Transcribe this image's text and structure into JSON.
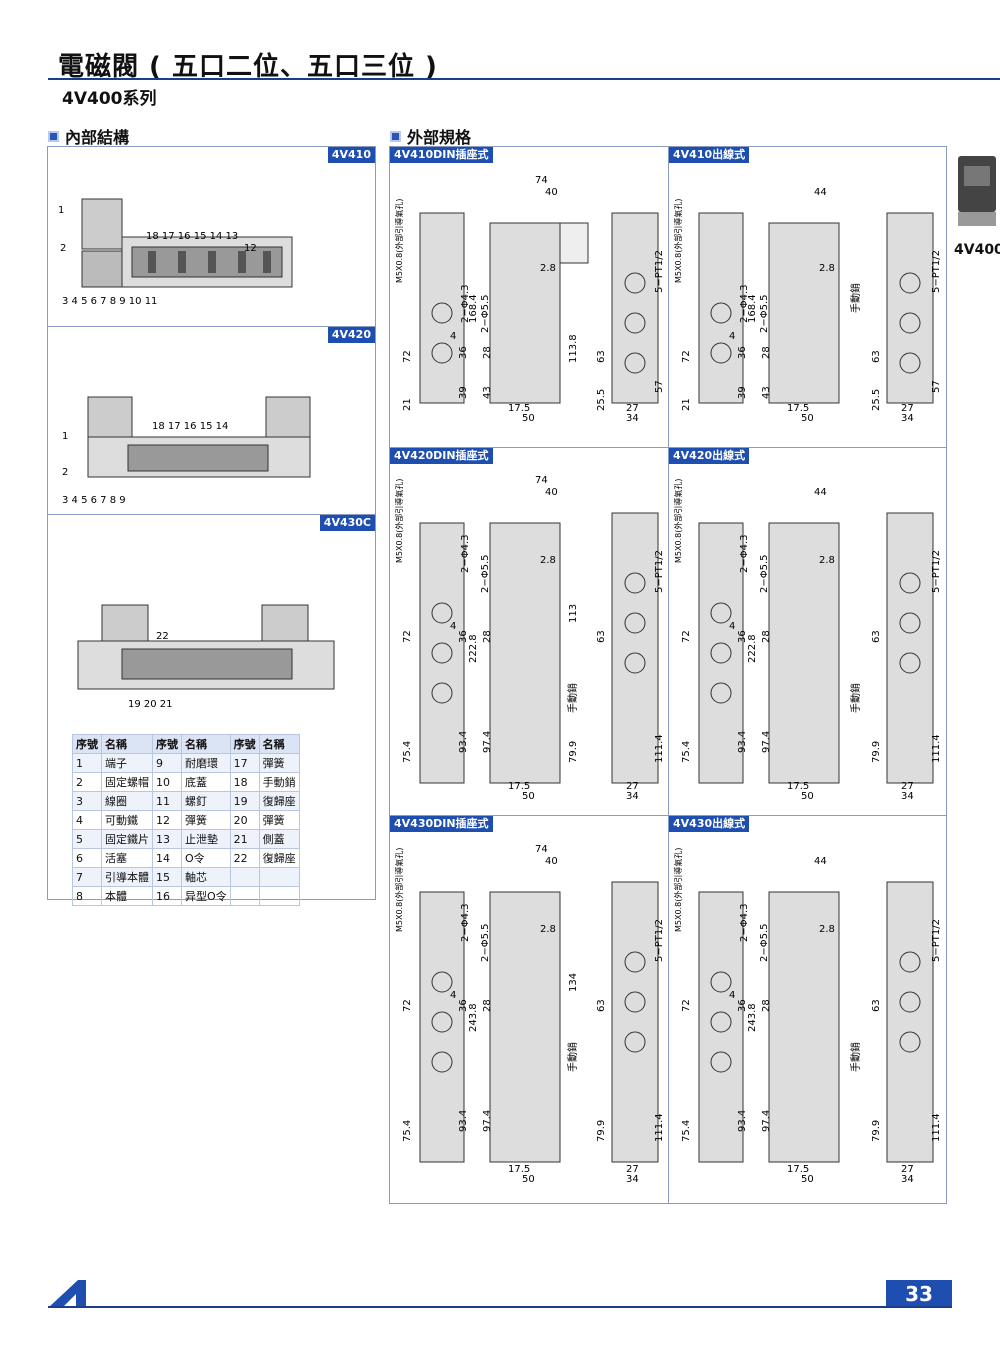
{
  "header": {
    "title": "電磁閥 ( 五口二位、五口三位 )",
    "series": "4V400系列"
  },
  "sections": {
    "internal": "內部結構",
    "external": "外部規格"
  },
  "internal_panels": [
    {
      "tag": "4V410"
    },
    {
      "tag": "4V420"
    },
    {
      "tag": "4V430C"
    }
  ],
  "external_panels": [
    {
      "tag": "4V410DIN插座式"
    },
    {
      "tag": "4V410出線式"
    },
    {
      "tag": "4V420DIN插座式"
    },
    {
      "tag": "4V420出線式"
    },
    {
      "tag": "4V430DIN插座式"
    },
    {
      "tag": "4V430出線式"
    }
  ],
  "callouts": {
    "p1_top": "18 17 16 15    14   13",
    "p2_top": "18 17 16 15    14",
    "p3_top": "22",
    "p1_bottom": "3   4  5  6  7   8      9  10    11",
    "p2_bottom": "3   4  5  6  7    8       9",
    "p3_bottom": "19  20       21"
  },
  "parts_table": {
    "headers": [
      "序號",
      "名稱",
      "序號",
      "名稱",
      "序號",
      "名稱"
    ],
    "rows": [
      [
        "1",
        "端子",
        "9",
        "耐磨環",
        "17",
        "彈簧"
      ],
      [
        "2",
        "固定螺帽",
        "10",
        "底蓋",
        "18",
        "手動銷"
      ],
      [
        "3",
        "線圈",
        "11",
        "螺釘",
        "19",
        "復歸座"
      ],
      [
        "4",
        "可動鐵",
        "12",
        "彈簧",
        "20",
        "彈簧"
      ],
      [
        "5",
        "固定鐵片",
        "13",
        "止泄墊",
        "21",
        "側蓋"
      ],
      [
        "6",
        "活塞",
        "14",
        "O令",
        "22",
        "復歸座"
      ],
      [
        "7",
        "引導本體",
        "15",
        "軸芯",
        "",
        ""
      ],
      [
        "8",
        "本體",
        "16",
        "异型O令",
        "",
        ""
      ]
    ]
  },
  "dims": {
    "w74": "74",
    "w40": "40",
    "w44": "44",
    "w50": "50",
    "w175": "17.5",
    "w27": "27",
    "w34": "34",
    "phi43": "2−Φ4.3",
    "phi55": "2−Φ5.5",
    "pt": "5−PT1/2",
    "d28": "2.8",
    "m5": "M5X0.8(外部引導氣孔)",
    "manual": "手動銷",
    "h1684": "168.4",
    "h2228": "222.8",
    "h2438": "243.8",
    "h72": "72",
    "h36": "36",
    "h28": "28",
    "h4": "4",
    "h1138": "113.8",
    "h113": "113",
    "h134": "134",
    "h63": "63",
    "h57": "57",
    "h21": "21",
    "h39": "39",
    "h43": "43",
    "h255": "25.5",
    "h754": "75.4",
    "h934": "93.4",
    "h974": "97.4",
    "h799": "79.9",
    "h1114": "111.4"
  },
  "side": {
    "label": "4V400"
  },
  "page_number": "33"
}
